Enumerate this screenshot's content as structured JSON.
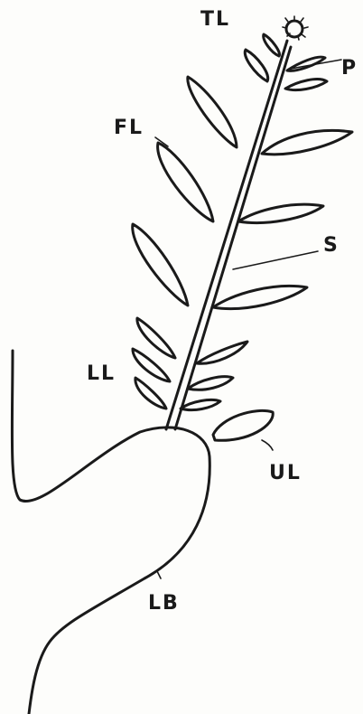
{
  "labels": {
    "tl": "TL",
    "p": "P",
    "fl": "FL",
    "s": "S",
    "ll": "LL",
    "ul": "UL",
    "lb": "LB"
  }
}
